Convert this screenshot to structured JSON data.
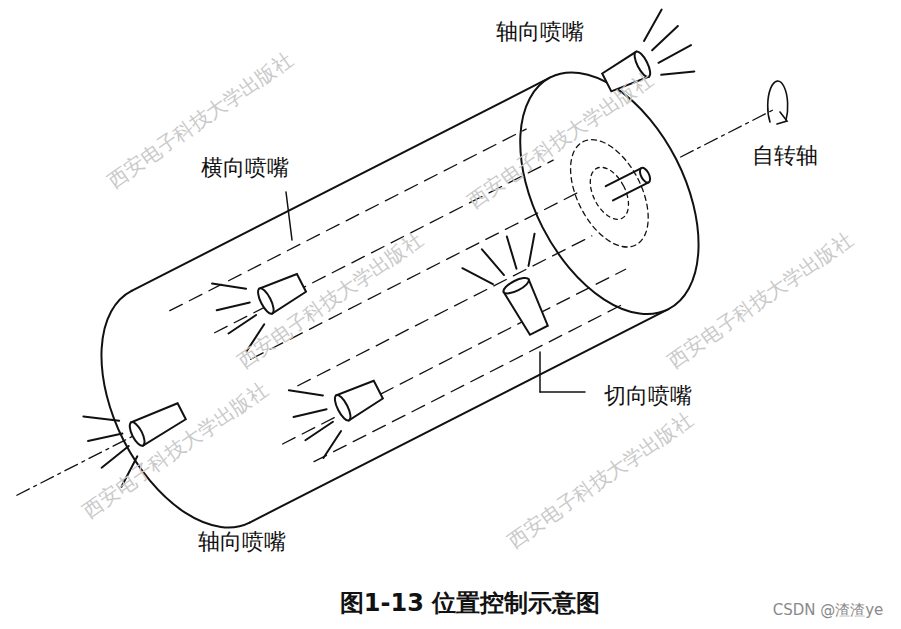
{
  "diagram": {
    "caption": "图1-13 位置控制示意图",
    "labels": [
      "轴向喷嘴",
      "横向喷嘴",
      "自转轴",
      "切向喷嘴",
      "轴向喷嘴",
      "西安电子科技大学出版社",
      "西安电子科技大学出版社",
      "西安电子科技大学出版社",
      "西安电子科技大学出版社",
      "西安电子科技大学出版社",
      "西安电子科技大学出版社",
      "CSDN @渣渣ye"
    ]
  }
}
